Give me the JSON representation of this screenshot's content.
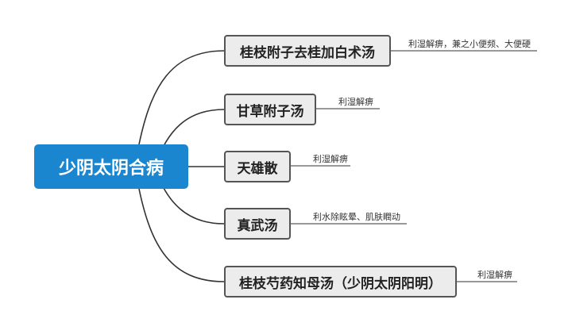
{
  "root": {
    "label": "少阴太阴合病"
  },
  "branches": [
    {
      "label": "桂枝附子去桂加白术汤",
      "note": "利湿解痹，兼之小便频、大便硬"
    },
    {
      "label": "甘草附子汤",
      "note": "利湿解痹"
    },
    {
      "label": "天雄散",
      "note": "利湿解痹"
    },
    {
      "label": "真武汤",
      "note": "利水除眩晕、肌肤瞤动"
    },
    {
      "label": "桂枝芍药知母汤（少阴太阴阳明）",
      "note": "利湿解痹"
    }
  ],
  "colors": {
    "root_fill": "#1a86d0",
    "node_fill": "#ececec",
    "node_border": "#555555",
    "line": "#333333"
  }
}
